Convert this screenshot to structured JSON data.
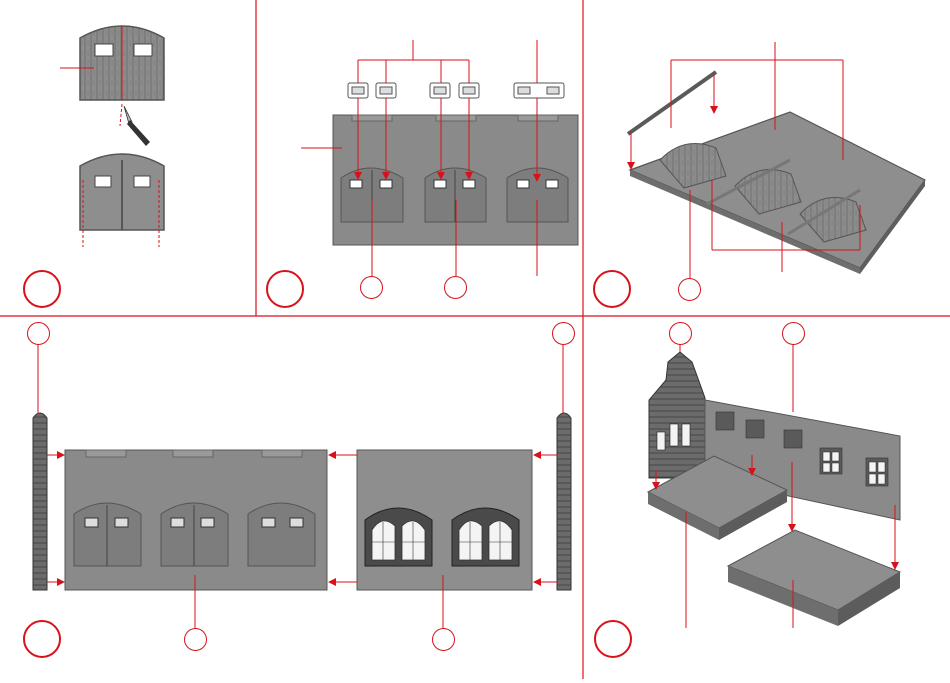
{
  "colors": {
    "accent": "#d8121b",
    "part": "#8a8a8a",
    "part_dark": "#6f6f6f",
    "part_light": "#a6a6a6"
  },
  "panels": [
    {
      "id": "step-a",
      "step_label": "",
      "callouts": []
    },
    {
      "id": "step-b",
      "step_label": "",
      "callouts": [
        "",
        ""
      ]
    },
    {
      "id": "step-c",
      "step_label": "",
      "callouts": [
        ""
      ]
    },
    {
      "id": "step-d",
      "step_label": "",
      "callouts": [
        "",
        "",
        "",
        ""
      ]
    },
    {
      "id": "step-e",
      "step_label": "",
      "callouts": [
        "",
        ""
      ]
    }
  ],
  "icons": [
    "hobby-knife-icon",
    "step-number-circle-icon",
    "part-callout-circle-icon"
  ]
}
